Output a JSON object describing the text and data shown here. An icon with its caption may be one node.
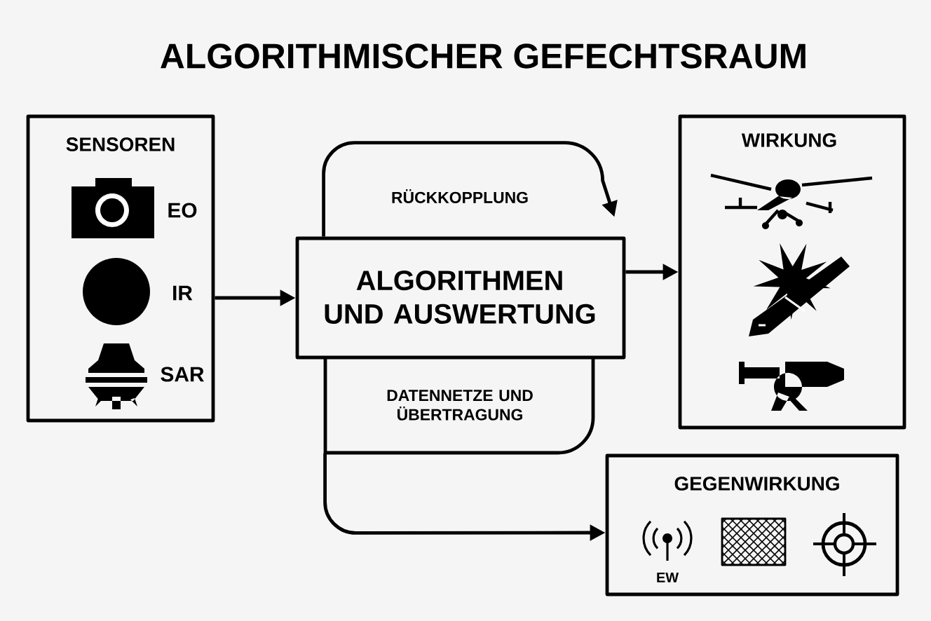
{
  "diagram": {
    "title": "ALGORITHMISCHER GEFECHTSRAUM",
    "nodes": [
      {
        "text": [
          "SENSOREN",
          "EO",
          "IR",
          "SAR"
        ]
      },
      {
        "text": [
          "ALGORITHMEN UND AUSWERTUNG"
        ]
      },
      {
        "text": [
          "WIRKUNG"
        ]
      },
      {
        "text": [
          "GEGENWIRKUNG",
          "EW"
        ]
      },
      {
        "text": [
          "DATENNETZE UND ÜBERTRAGUNG"
        ]
      }
    ],
    "edges": [
      {
        "from": 0,
        "to": 1,
        "arrow": "to"
      },
      {
        "from": 1,
        "to": 2,
        "arrow": "to"
      },
      {
        "from": 1,
        "to": 1,
        "arrow": "to",
        "label": "RÜCKKOPPLUNG"
      },
      {
        "from": 4,
        "to": 3,
        "arrow": "to"
      }
    ]
  }
}
